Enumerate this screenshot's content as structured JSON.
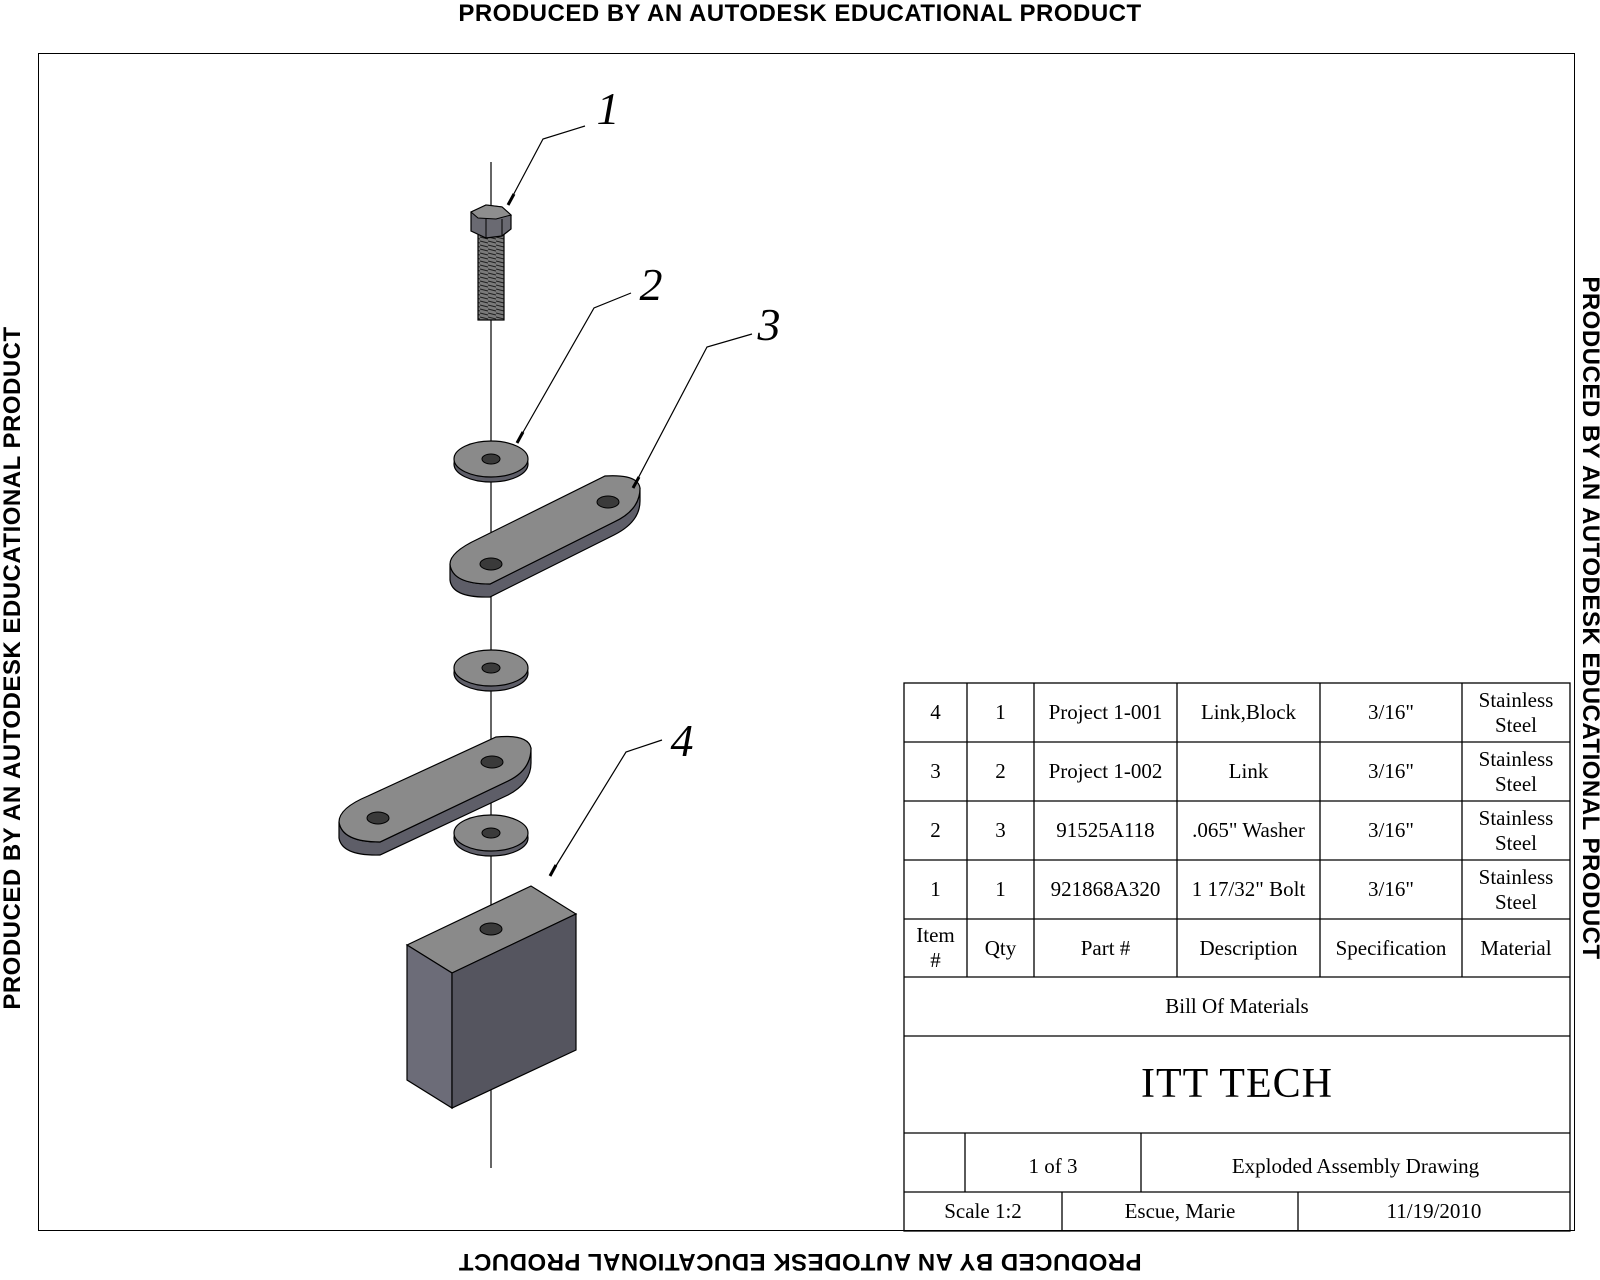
{
  "watermark": {
    "top": "PRODUCED BY AN AUTODESK EDUCATIONAL PRODUCT",
    "bottom": "PRODUCED BY AN AUTODESK EDUCATIONAL PRODUCT",
    "left": "PRODUCED BY AN AUTODESK EDUCATIONAL PRODUCT",
    "right": "PRODUCED BY AN AUTODESK EDUCATIONAL PRODUCT"
  },
  "balloons": [
    "1",
    "2",
    "3",
    "4"
  ],
  "bom": {
    "rows": [
      {
        "item": "4",
        "qty": "1",
        "part": "Project 1-001",
        "description": "Link,Block",
        "spec": "3/16\"",
        "material": "Stainless Steel"
      },
      {
        "item": "3",
        "qty": "2",
        "part": "Project 1-002",
        "description": "Link",
        "spec": "3/16\"",
        "material": "Stainless Steel"
      },
      {
        "item": "2",
        "qty": "3",
        "part": "91525A118",
        "description": ".065\" Washer",
        "spec": "3/16\"",
        "material": "Stainless Steel"
      },
      {
        "item": "1",
        "qty": "1",
        "part": "921868A320",
        "description": "1 17/32\" Bolt",
        "spec": "3/16\"",
        "material": "Stainless Steel"
      }
    ],
    "header": {
      "item": "Item #",
      "qty": "Qty",
      "part": "Part #",
      "description": "Description",
      "spec": "Specification",
      "material": "Material"
    },
    "caption": "Bill Of Materials"
  },
  "title_block": {
    "company": "ITT TECH",
    "sheet": "1 of 3",
    "drawing_title": "Exploded Assembly Drawing",
    "scale": "Scale 1:2",
    "drawn_by": "Escue, Marie",
    "date": "11/19/2010"
  },
  "colors": {
    "part_top": "#8a8a8a",
    "part_side": "#5e5e68",
    "part_front": "#6c6c78",
    "line": "#000000"
  }
}
